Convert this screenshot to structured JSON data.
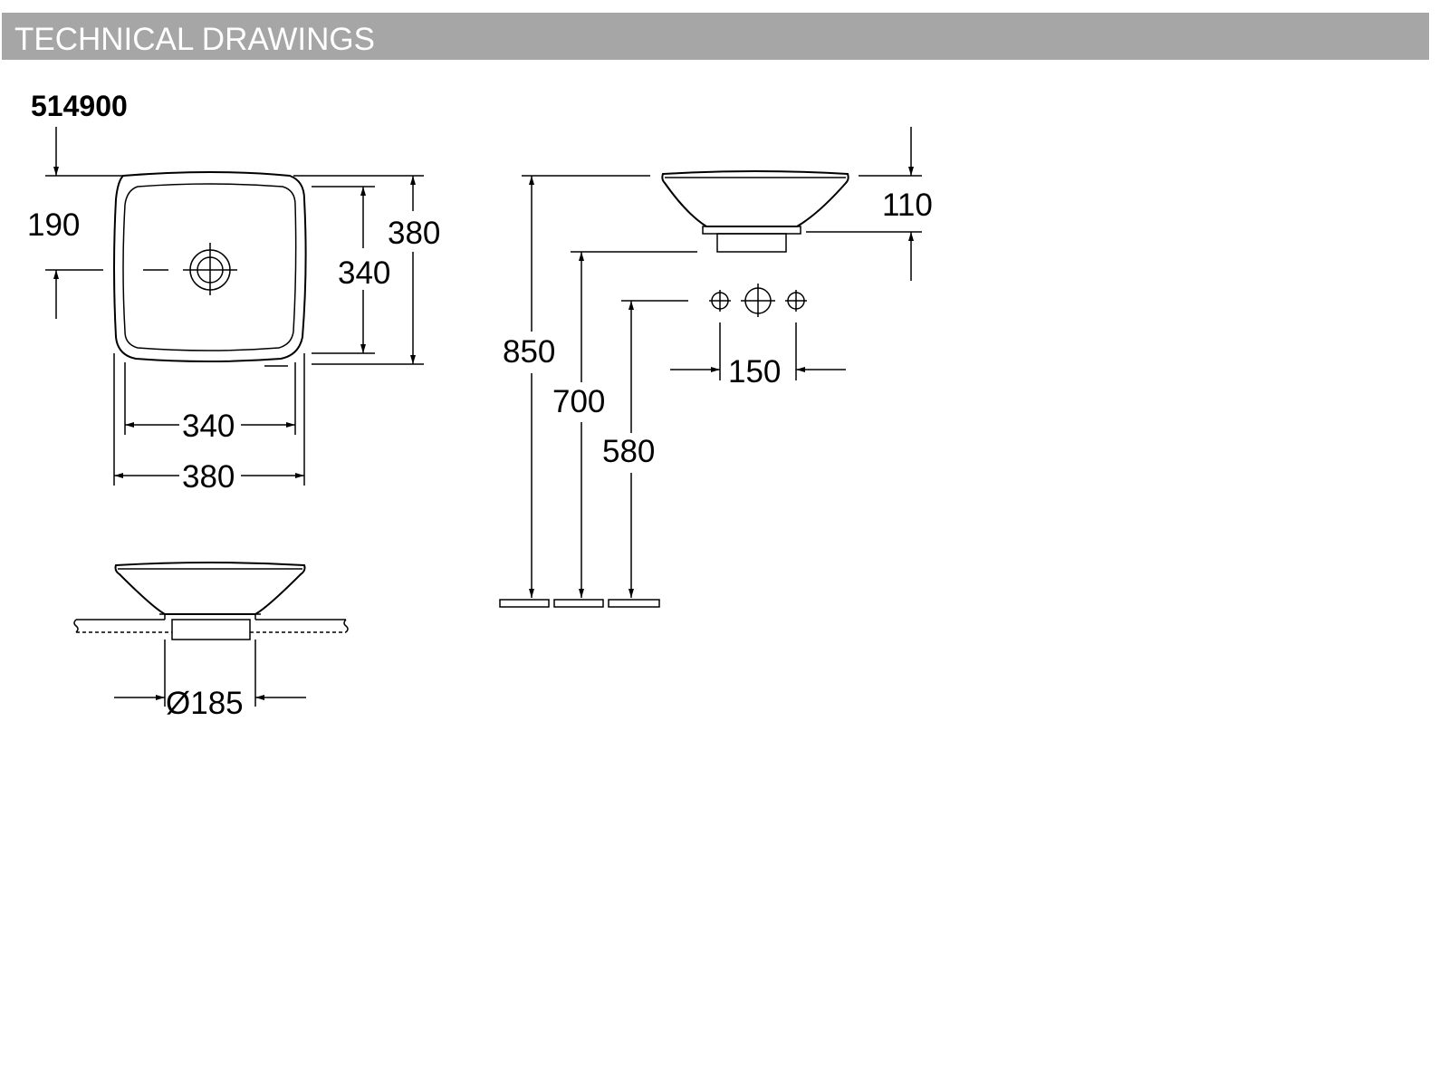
{
  "header": {
    "title": "TECHNICAL DRAWINGS"
  },
  "product": {
    "code": "514900"
  },
  "dimensions": {
    "top_view": {
      "offset_190": "190",
      "outer_height": "380",
      "inner_height": "340",
      "inner_width": "340",
      "outer_width": "380"
    },
    "section_view": {
      "base_diameter": "Ø185"
    },
    "side_view": {
      "height_110": "110",
      "height_850": "850",
      "height_700": "700",
      "height_580": "580",
      "tap_spacing": "150"
    }
  },
  "colors": {
    "header_bg": "#a6a6a6",
    "header_text": "#ffffff",
    "line": "#000000"
  }
}
